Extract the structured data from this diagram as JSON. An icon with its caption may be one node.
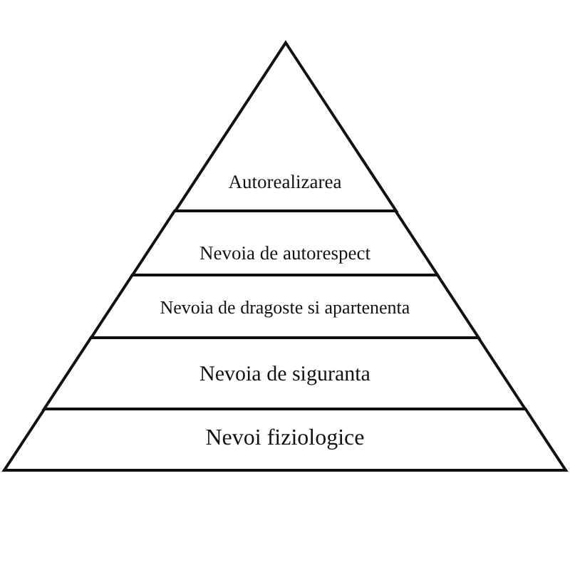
{
  "diagram": {
    "nodes": [
      {
        "text": [
          "Autorealizarea"
        ]
      },
      {
        "text": [
          "Nevoia de autorespect"
        ]
      },
      {
        "text": [
          "Nevoia de dragoste si apartenenta"
        ]
      },
      {
        "text": [
          "Nevoia de siguranta"
        ]
      },
      {
        "text": [
          "Nevoi fiziologice"
        ]
      }
    ]
  }
}
